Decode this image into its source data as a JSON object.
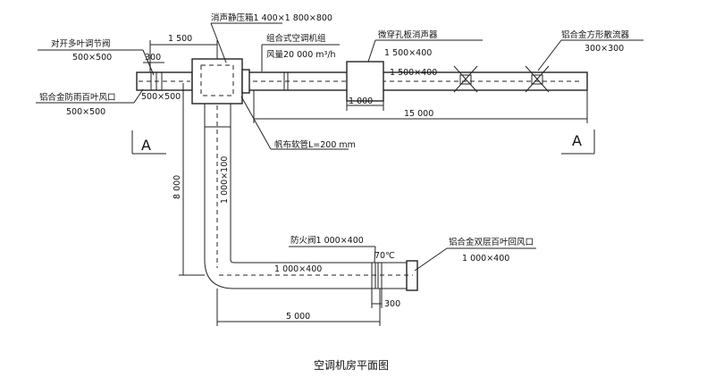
{
  "title": "空调机房平面图",
  "labels": {
    "damper_multi_leaf": "对开多叶调节阀",
    "damper_multi_leaf_size": "500×500",
    "louver_intake": "铝合金防雨百叶风口",
    "louver_intake_size": "500×500",
    "plenum_box": "消声静压箱1 400×1 800×800",
    "ahu": "组合式空调机组",
    "airflow": "风量20 000 m³/h",
    "silencer": "微穿孔板消声器",
    "silencer_size": "1 500×400",
    "diffuser": "铝合金方形散流器",
    "diffuser_size": "300×300",
    "canvas_connector": "帆布软管L=200 mm",
    "fire_damper": "防火阀1 000×400",
    "fire_temp": "70℃",
    "return_grille": "铝合金双层百叶回风口",
    "return_grille_size": "1 000×400",
    "vertical_duct_size": "1 000×100",
    "horizontal_duct_size": "1 000×400",
    "top_duct_size": "1 500×400",
    "inlet_size": "500×500"
  },
  "dimensions": {
    "d_1500": "1 500",
    "d_300_top": "300",
    "d_1000": "1 000",
    "d_15000": "15 000",
    "d_8000": "8 000",
    "d_5000": "5 000",
    "d_300_bottom": "300"
  },
  "section_marks": {
    "left": "A",
    "right": "A"
  }
}
